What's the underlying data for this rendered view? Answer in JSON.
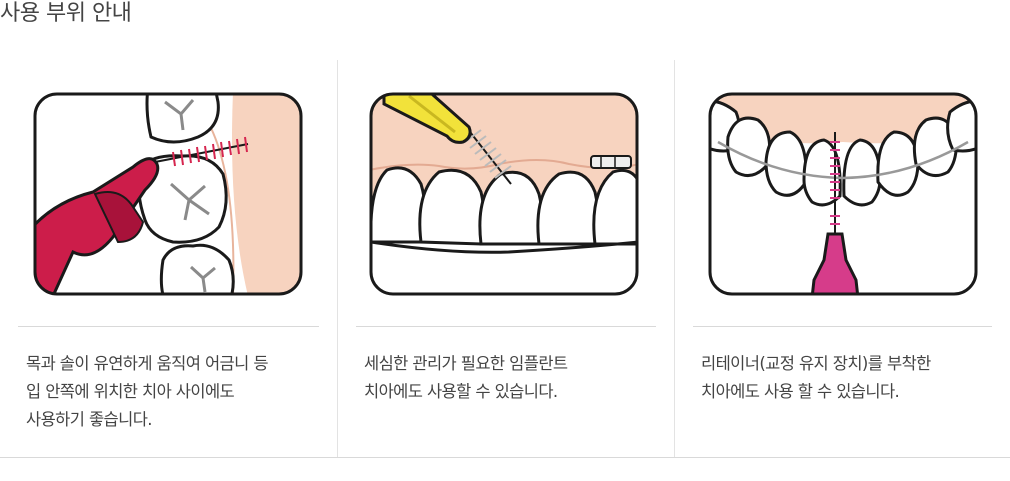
{
  "page_title": "사용 부위 안내",
  "cards": [
    {
      "image_icon": "molar-interdental-brush-illustration",
      "lines": [
        "목과 솔이 유연하게 움직여 어금니 등",
        "입 안쪽에 위치한 치아 사이에도",
        "사용하기 좋습니다."
      ]
    },
    {
      "image_icon": "implant-brush-illustration",
      "lines": [
        "세심한 관리가 필요한 임플란트",
        "치아에도 사용할 수 있습니다."
      ]
    },
    {
      "image_icon": "retainer-brush-illustration",
      "lines": [
        "리테이너(교정 유지 장치)를 부착한",
        "치아에도 사용 할 수 있습니다."
      ]
    }
  ],
  "colors": {
    "gum": "#f7d3bf",
    "handle_red": "#cc1d4a",
    "handle_yellow": "#f2e23a",
    "handle_pink": "#d63c8a",
    "outline": "#1a1a1a"
  }
}
